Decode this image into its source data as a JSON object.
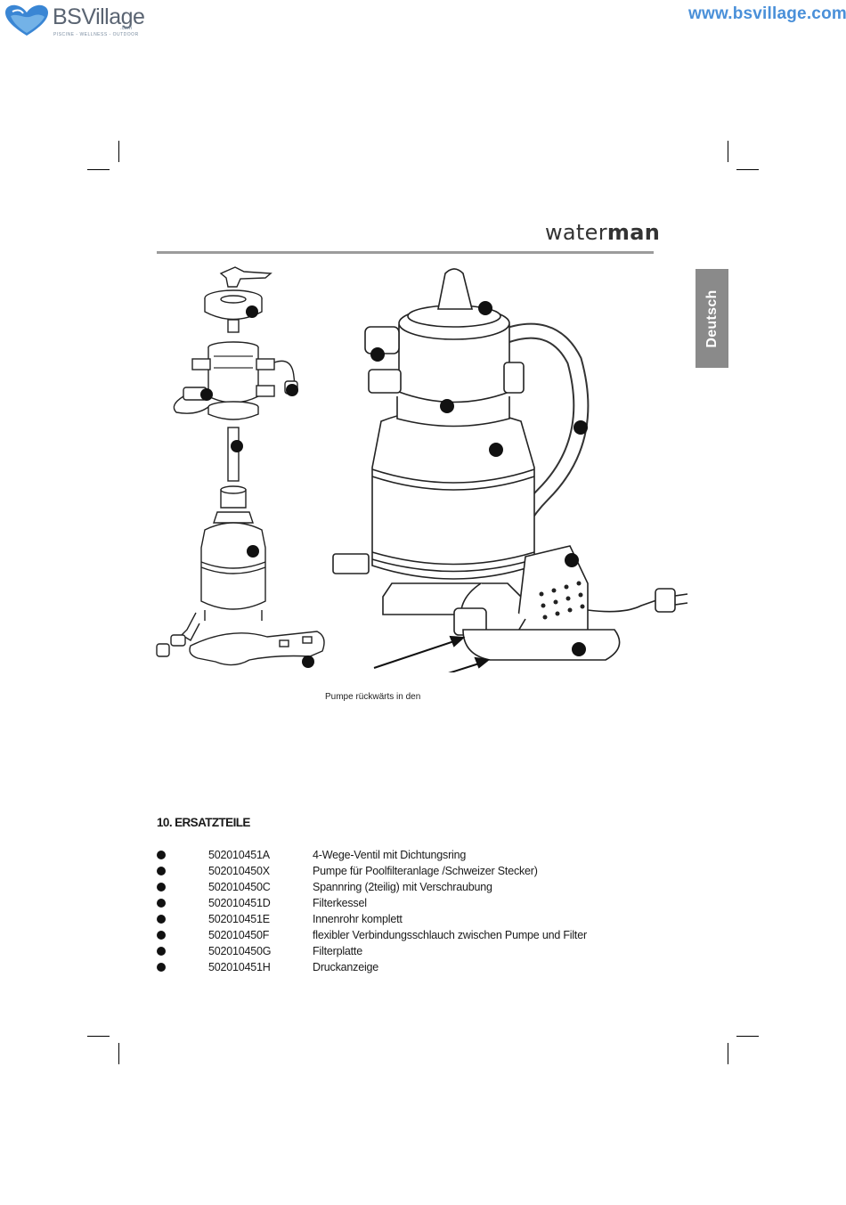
{
  "header": {
    "logo_text": "BSVillage",
    "logo_suffix": ".com",
    "logo_tagline": "PISCINE - WELLNESS - OUTDOOR",
    "site_url": "www.bsvillage.com"
  },
  "brand": {
    "light": "water",
    "bold": "man"
  },
  "language_tab": "Deutsch",
  "figure": {
    "caption": "Pumpe rückwärts in den"
  },
  "section": {
    "title": "10. ERSATZTEILE",
    "parts": [
      {
        "code": "502010451A",
        "desc": "4-Wege-Ventil mit Dichtungsring"
      },
      {
        "code": "502010450X",
        "desc": "Pumpe für Poolfilteranlage /Schweizer Stecker)"
      },
      {
        "code": "502010450C",
        "desc": "Spannring (2teilig) mit Verschraubung"
      },
      {
        "code": "502010451D",
        "desc": "Filterkessel"
      },
      {
        "code": "502010451E",
        "desc": "Innenrohr komplett"
      },
      {
        "code": "502010450F",
        "desc": "flexibler Verbindungsschlauch zwischen Pumpe und Filter"
      },
      {
        "code": "502010450G",
        "desc": "Filterplatte"
      },
      {
        "code": "502010451H",
        "desc": "Druckanzeige"
      }
    ]
  },
  "colors": {
    "logo_blue": "#3a86d4",
    "url_blue": "#4a90d9",
    "tab_gray": "#8a8a8a",
    "rule_gray": "#9b9b9b"
  }
}
